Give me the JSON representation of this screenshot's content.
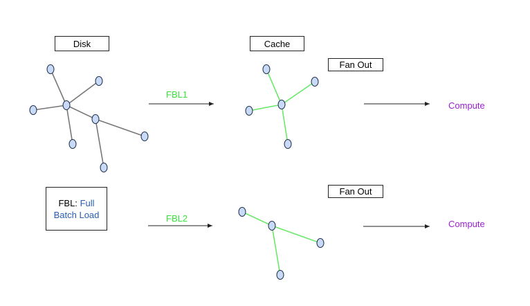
{
  "labels": {
    "disk": "Disk",
    "cache": "Cache",
    "fan_out_top": "Fan Out",
    "fan_out_bottom": "Fan Out",
    "fbl1": "FBL1",
    "fbl2": "FBL2",
    "compute_top": "Compute",
    "compute_bottom": "Compute",
    "legend_term": "FBL:",
    "legend_full": "Full",
    "legend_rest": "Batch Load"
  },
  "colors": {
    "node_fill": "#c9daf8",
    "node_stroke": "#1f2f4a",
    "disk_edge": "#777777",
    "cache_edge": "#6ae96a",
    "fbl_label": "#37e237",
    "compute_label": "#9b1fd3",
    "legend_blue": "#2a5db0"
  }
}
